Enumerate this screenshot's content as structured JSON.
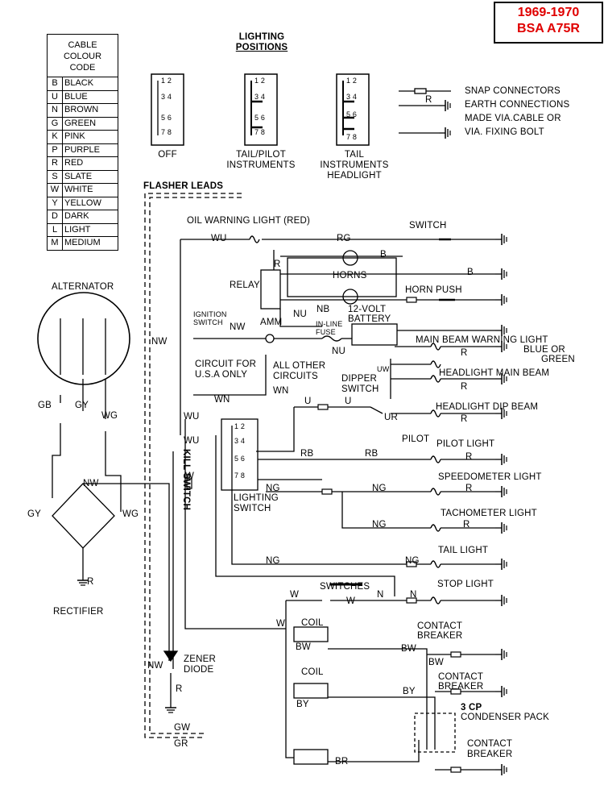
{
  "header": {
    "title_line1": "1969-1970",
    "title_line2": "BSA A75R",
    "title_color": "#e00000"
  },
  "colour_code": {
    "title_line1": "CABLE",
    "title_line2": "COLOUR",
    "title_line3": "CODE",
    "rows": [
      {
        "k": "B",
        "v": "BLACK"
      },
      {
        "k": "U",
        "v": "BLUE"
      },
      {
        "k": "N",
        "v": "BROWN"
      },
      {
        "k": "G",
        "v": "GREEN"
      },
      {
        "k": "K",
        "v": "PINK"
      },
      {
        "k": "P",
        "v": "PURPLE"
      },
      {
        "k": "R",
        "v": "RED"
      },
      {
        "k": "S",
        "v": "SLATE"
      },
      {
        "k": "W",
        "v": "WHITE"
      },
      {
        "k": "Y",
        "v": "YELLOW"
      },
      {
        "k": "D",
        "v": "DARK"
      },
      {
        "k": "L",
        "v": "LIGHT"
      },
      {
        "k": "M",
        "v": "MEDIUM"
      }
    ]
  },
  "lighting_positions": {
    "title_line1": "LIGHTING",
    "title_line2": "POSITIONS",
    "pos_off": "OFF",
    "pos_tail_1": "TAIL/PILOT",
    "pos_tail_2": "INSTRUMENTS",
    "pos_head_1": "TAIL",
    "pos_head_2": "INSTRUMENTS",
    "pos_head_3": "HEADLIGHT",
    "contacts": [
      "1 2",
      "3 4",
      "5 6",
      "7 8"
    ]
  },
  "legend": {
    "snap": "SNAP CONNECTORS",
    "earth_1": "EARTH CONNECTIONS",
    "earth_2": "MADE VIA.CABLE OR",
    "earth_3": "VIA. FIXING BOLT",
    "r": "R"
  },
  "labels": {
    "flasher": "FLASHER  LEADS",
    "oil": "OIL WARNING LIGHT (RED)",
    "switch": "SWITCH",
    "wu": "WU",
    "rg": "RG",
    "b": "B",
    "r": "R",
    "relay": "RELAY",
    "horns": "HORNS",
    "nu": "NU",
    "horn_push": "HORN PUSH",
    "nb": "NB",
    "battery_1": "12-VOLT",
    "battery_2": "BATTERY",
    "ign_1": "IGNITION",
    "ign_2": "SWITCH",
    "amm": "AMM",
    "nw": "NW",
    "fuse_1": "IN-LINE",
    "fuse_2": "FUSE",
    "mainbeam_warn": "MAIN BEAM WARNING LIGHT",
    "blue_or": "BLUE OR",
    "green": "GREEN",
    "usa_1": "CIRCUIT FOR",
    "usa_2": "U.S.A ONLY",
    "other_1": "ALL OTHER",
    "other_2": "CIRCUITS",
    "wn": "WN",
    "uw": "UW",
    "hl_main": "HEADLIGHT MAIN BEAM",
    "dipper_1": "DIPPER",
    "dipper_2": "SWITCH",
    "u": "U",
    "ur": "UR",
    "hl_dip": "HEADLIGHT DIP BEAM",
    "pilot": "PILOT",
    "pilot_light": "PILOT LIGHT",
    "rb": "RB",
    "kill_1": "KILL",
    "kill_2": "SWITCH",
    "w": "W",
    "ng": "NG",
    "speedo": "SPEEDOMETER LIGHT",
    "lighting_sw_1": "LIGHTING",
    "lighting_sw_2": "SWITCH",
    "tacho": "TACHOMETER LIGHT",
    "tail": "TAIL LIGHT",
    "switches": "SWITCHES",
    "n": "N",
    "stop": "STOP LIGHT",
    "coil": "COIL",
    "cb_1": "CONTACT",
    "cb_2": "BREAKER",
    "bw": "BW",
    "by": "BY",
    "cp_1": "3 CP",
    "cp_2": "CONDENSER PACK",
    "br": "BR",
    "alternator": "ALTERNATOR",
    "gb": "GB",
    "gy": "GY",
    "wg": "WG",
    "rectifier": "RECTIFIER",
    "zener_1": "ZENER",
    "zener_2": "DIODE",
    "gw": "GW",
    "gr": "GR",
    "sw_nums": [
      "1 2",
      "3 4",
      "5 6",
      "7 8"
    ]
  }
}
